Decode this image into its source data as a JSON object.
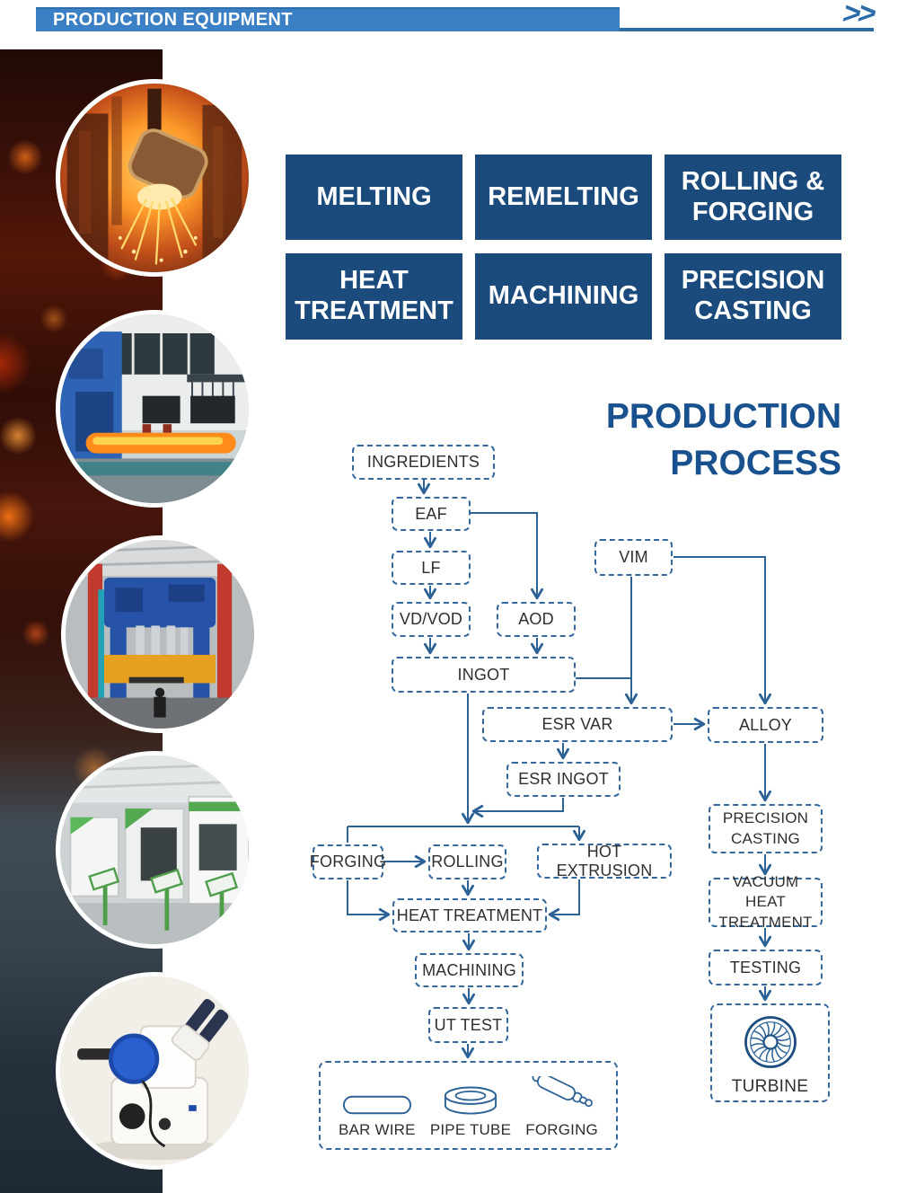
{
  "header": {
    "title": "PRODUCTION EQUIPMENT",
    "chevrons": ">>"
  },
  "categories": [
    {
      "label": "MELTING"
    },
    {
      "label": "REMELTING"
    },
    {
      "label": "ROLLING & FORGING"
    },
    {
      "label": "HEAT TREATMENT"
    },
    {
      "label": "MACHINING"
    },
    {
      "label": "PRECISION CASTING"
    }
  ],
  "process_title": {
    "line1": "PRODUCTION",
    "line2": "PROCESS"
  },
  "flow": {
    "nodes": {
      "ingredients": "INGREDIENTS",
      "eaf": "EAF",
      "lf": "LF",
      "vdvod": "VD/VOD",
      "aod": "AOD",
      "vim": "VIM",
      "ingot": "INGOT",
      "esr_var": "ESR VAR",
      "alloy": "ALLOY",
      "esr_ingot": "ESR INGOT",
      "forging": "FORGING",
      "rolling": "ROLLING",
      "hot_extrusion": "HOT EXTRUSION",
      "heat_treatment": "HEAT TREATMENT",
      "machining": "MACHINING",
      "ut_test": "UT TEST",
      "precision_casting": "PRECISION CASTING",
      "vacuum_heat_treatment": "VACUUM HEAT TREATMENT",
      "testing": "TESTING",
      "turbine": "TURBINE"
    },
    "products": [
      {
        "label": "BAR WIRE",
        "icon": "bar-wire-icon"
      },
      {
        "label": "PIPE TUBE",
        "icon": "pipe-tube-icon"
      },
      {
        "label": "FORGING",
        "icon": "forging-icon"
      }
    ]
  },
  "sidebar": {
    "photos": [
      {
        "name": "melting-furnace-photo"
      },
      {
        "name": "rolling-mill-photo"
      },
      {
        "name": "forging-press-photo"
      },
      {
        "name": "cnc-machining-photo"
      },
      {
        "name": "microscope-photo"
      }
    ]
  },
  "colors": {
    "header_bar_blue": "#3b7fc4",
    "rule_blue": "#2e6da4",
    "category_navy": "#1b4a7c",
    "title_navy": "#19518f",
    "flow_line_blue": "#2d6296",
    "flow_text": "#2f2f2f"
  }
}
